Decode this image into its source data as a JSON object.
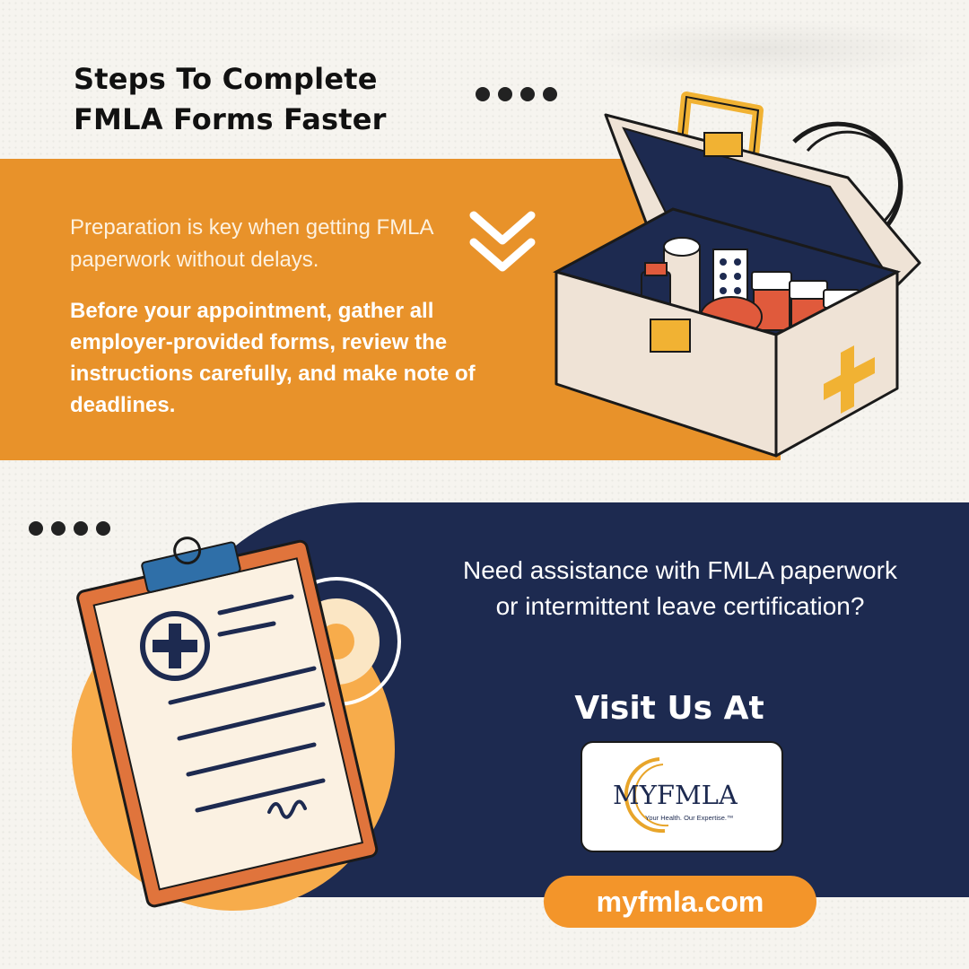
{
  "header": {
    "title_line1": "Steps To Complete",
    "title_line2": "FMLA Forms Faster"
  },
  "step": {
    "intro": "Preparation is key when getting FMLA paperwork without delays.",
    "body": "Before your appointment, gather all employer-provided forms, review the instructions carefully, and make note of deadlines."
  },
  "cta": {
    "question": "Need assistance with FMLA paperwork or intermittent leave certification?",
    "visit": "Visit Us At",
    "url": "myfmla.com"
  },
  "logo": {
    "wordmark": "MYFMLA",
    "tagline": "Your Health. Our Expertise.™"
  },
  "icons": [
    "chevron-down-icon",
    "medical-kit-icon",
    "clipboard-icon",
    "medical-cross-icon",
    "signature-icon"
  ],
  "colors": {
    "orange": "#e8922a",
    "navy": "#1d2a50",
    "light_orange": "#f7ac4b",
    "background": "#f6f4ef"
  }
}
